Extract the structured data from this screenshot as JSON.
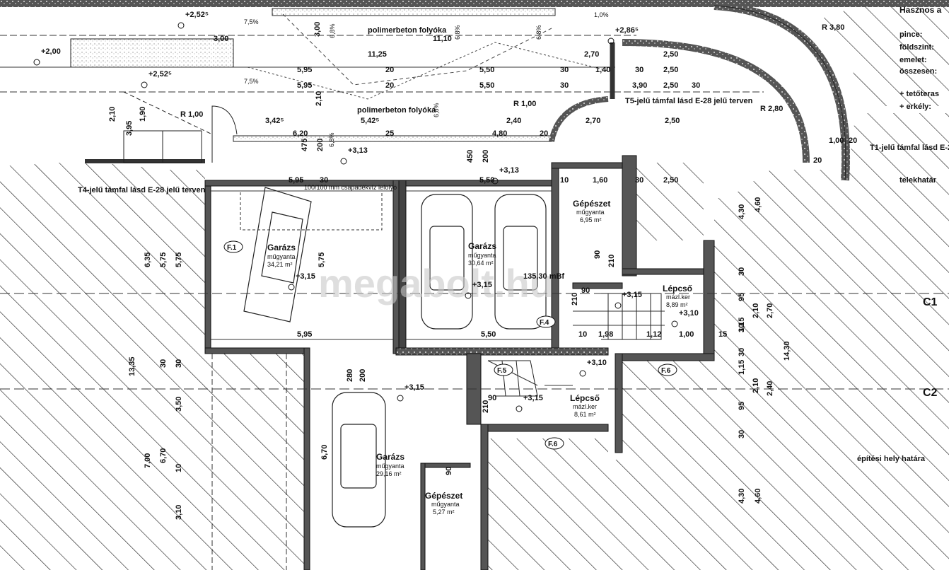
{
  "watermark": "megabolt.hu",
  "header_right": {
    "line1": "Hasznos a",
    "pince": "pince:",
    "foldszint": "földszint:",
    "emelet": "emelet:",
    "osszesen": "összesen:",
    "teto": "+ tetőteras",
    "erkely": "+ erkély:"
  },
  "notes": {
    "polimerbeton_top": "polimerbeton folyóka",
    "polimerbeton_mid": "polimerbeton folyóka",
    "t4": "T4-jelű támfal lásd E-28 jelű terven",
    "t5": "T5-jelű támfal lásd E-28 jelű terven",
    "t1": "T1-jelű támfal lásd E-28 jelű t",
    "telekhatar": "telekhatár",
    "epitesi": "építési hely határa",
    "csapadek": "100/100 mm csapadékvíz lefolyó"
  },
  "rooms": [
    {
      "id": "garazs1",
      "name": "Garázs",
      "material": "műgyanta",
      "area": "34,21 m²"
    },
    {
      "id": "garazs2",
      "name": "Garázs",
      "material": "műgyanta",
      "area": "30,64 m²"
    },
    {
      "id": "gepeszet1",
      "name": "Gépészet",
      "material": "műgyanta",
      "area": "6,95 m²"
    },
    {
      "id": "lepcso1",
      "name": "Lépcső",
      "material": "mázl.ker",
      "area": "8,89 m²"
    },
    {
      "id": "garazs3",
      "name": "Garázs",
      "material": "műgyanta",
      "area": "29,16 m²"
    },
    {
      "id": "gepeszet2",
      "name": "Gépészet",
      "material": "műgyanta",
      "area": "5,27 m²"
    },
    {
      "id": "lepcso2",
      "name": "Lépcső",
      "material": "mázl.ker",
      "area": "8,61 m²"
    }
  ],
  "levels": [
    "+2,52⁵",
    "+2,00",
    "+2,52⁵",
    "+2,86⁵",
    "+3,13",
    "+3,13",
    "+3,15",
    "+3,15",
    "+3,15",
    "+3,10",
    "+3,10",
    "+3,15",
    "+3,15"
  ],
  "radii": [
    "R 3,80",
    "R 2,80",
    "R 1,00",
    "R 1,00"
  ],
  "slopes": [
    "7,5%",
    "7,5%",
    "1,0%",
    "6,8%",
    "6,8%",
    "6,8%",
    "6,8%",
    "6,8%"
  ],
  "tags": [
    "F.1",
    "F.4",
    "F.5",
    "F.6",
    "F.6",
    "F.6"
  ],
  "grid": [
    "C1",
    "C2"
  ],
  "dims_top": [
    "3,00",
    "3,00",
    "11,10",
    "11,25",
    "2,70",
    "2,50",
    "5,95",
    "20",
    "5,50",
    "30",
    "1,40",
    "30",
    "2,50",
    "5,95",
    "20",
    "5,50",
    "30",
    "3,90",
    "30",
    "2,50",
    "2,10",
    "2,40",
    "2,70",
    "2,50",
    "3,42⁵",
    "5,42⁵",
    "6,20",
    "25",
    "4,80",
    "20",
    "3,95",
    "1,90",
    "2,10",
    "R 1,00"
  ],
  "dims_mid": [
    "5,95",
    "30",
    "5,50",
    "10",
    "1,60",
    "30",
    "2,50",
    "5,95",
    "5,50",
    "10",
    "1,98",
    "1,12",
    "1,00",
    "15",
    "90",
    "210",
    "90",
    "210",
    "90",
    "210",
    "280",
    "200",
    "135,30 mBf",
    "1,60",
    "90",
    "20",
    "1,00",
    "20",
    "4,30",
    "4,60",
    "30",
    "95",
    "2,10",
    "1,15",
    "2,70",
    "30",
    "1,15",
    "14,30",
    "2,10",
    "2,40",
    "95",
    "30"
  ],
  "dims_left": [
    "6,35",
    "5,75",
    "5,75",
    "5,75",
    "13,35",
    "30",
    "30",
    "3,50",
    "7,00",
    "6,70",
    "10",
    "3,10",
    "6,70",
    "4,30",
    "4,60",
    "30",
    "475",
    "200",
    "450",
    "200"
  ]
}
